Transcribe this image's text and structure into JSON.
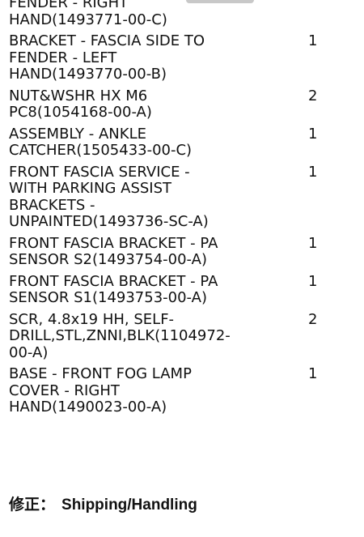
{
  "parts": [
    {
      "name": "FENDER - RIGHT\nHAND(1493771-00-C)",
      "qty": ""
    },
    {
      "name": "BRACKET - FASCIA SIDE TO\nFENDER - LEFT\nHAND(1493770-00-B)",
      "qty": "1"
    },
    {
      "name": "NUT&WSHR HX M6\nPC8(1054168-00-A)",
      "qty": "2"
    },
    {
      "name": "ASSEMBLY - ANKLE\nCATCHER(1505433-00-C)",
      "qty": "1"
    },
    {
      "name": "FRONT FASCIA SERVICE -\nWITH PARKING ASSIST\nBRACKETS -\nUNPAINTED(1493736-SC-A)",
      "qty": "1"
    },
    {
      "name": "FRONT FASCIA BRACKET - PA\nSENSOR S2(1493754-00-A)",
      "qty": "1"
    },
    {
      "name": "FRONT FASCIA BRACKET - PA\nSENSOR S1(1493753-00-A)",
      "qty": "1"
    },
    {
      "name": "SCR, 4.8x19 HH, SELF-\nDRILL,STL,ZNNI,BLK(1104972-\n00-A)",
      "qty": "2"
    },
    {
      "name": "BASE - FRONT FOG LAMP\nCOVER - RIGHT\nHAND(1490023-00-A)",
      "qty": "1"
    }
  ],
  "footer": {
    "label": "修正：",
    "value": "Shipping/Handling"
  }
}
